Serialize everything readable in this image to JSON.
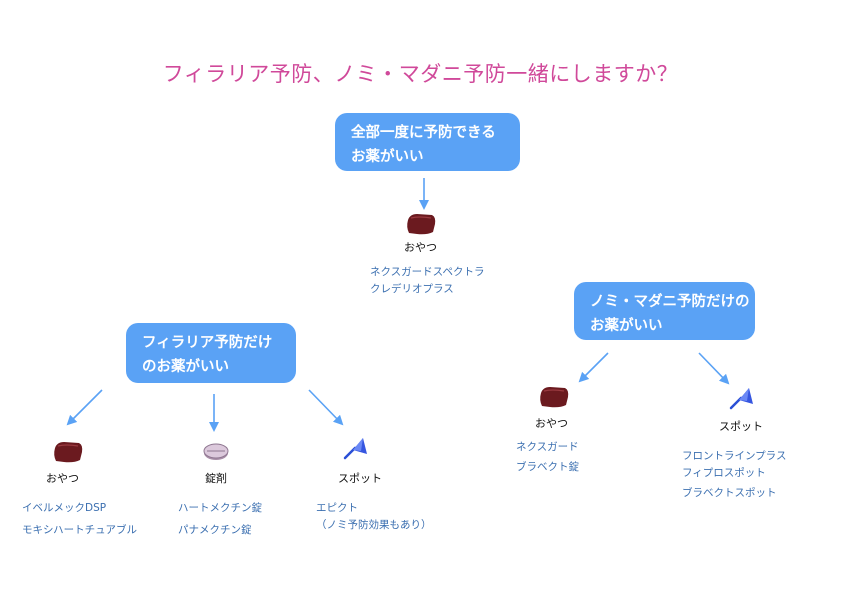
{
  "title": "フィラリア予防、ノミ・マダニ予防一緒にしますか？",
  "colors": {
    "title": "#d0499a",
    "box": "#5aa2f5",
    "arrow": "#5aa2f5",
    "product": "#3b6fb0"
  },
  "center": {
    "box": [
      "全部一度に予防できる",
      "お薬がいい"
    ],
    "type": {
      "label": "おやつ",
      "icon": "treat-icon"
    },
    "products": [
      "ネクスガードスペクトラ",
      "クレデリオプラス"
    ]
  },
  "left": {
    "box": [
      "フィラリア予防だけ",
      "のお薬がいい"
    ],
    "types": [
      {
        "label": "おやつ",
        "icon": "treat-icon",
        "products": [
          "イベルメックDSP",
          "モキシハートチュアブル"
        ]
      },
      {
        "label": "錠剤",
        "icon": "tablet-icon",
        "products": [
          "ハートメクチン錠",
          "パナメクチン錠"
        ]
      },
      {
        "label": "スポット",
        "icon": "spot-pipette-icon",
        "products": [
          "エピクト",
          "（ノミ予防効果もあり）"
        ]
      }
    ]
  },
  "right": {
    "box": [
      "ノミ・マダニ予防だけの",
      "お薬がいい"
    ],
    "types": [
      {
        "label": "おやつ",
        "icon": "treat-icon",
        "products": [
          "ネクスガード",
          "ブラベクト錠"
        ]
      },
      {
        "label": "スポット",
        "icon": "spot-pipette-icon",
        "products": [
          "フロントラインプラス",
          "フィプロスポット",
          "ブラベクトスポット"
        ]
      }
    ]
  }
}
